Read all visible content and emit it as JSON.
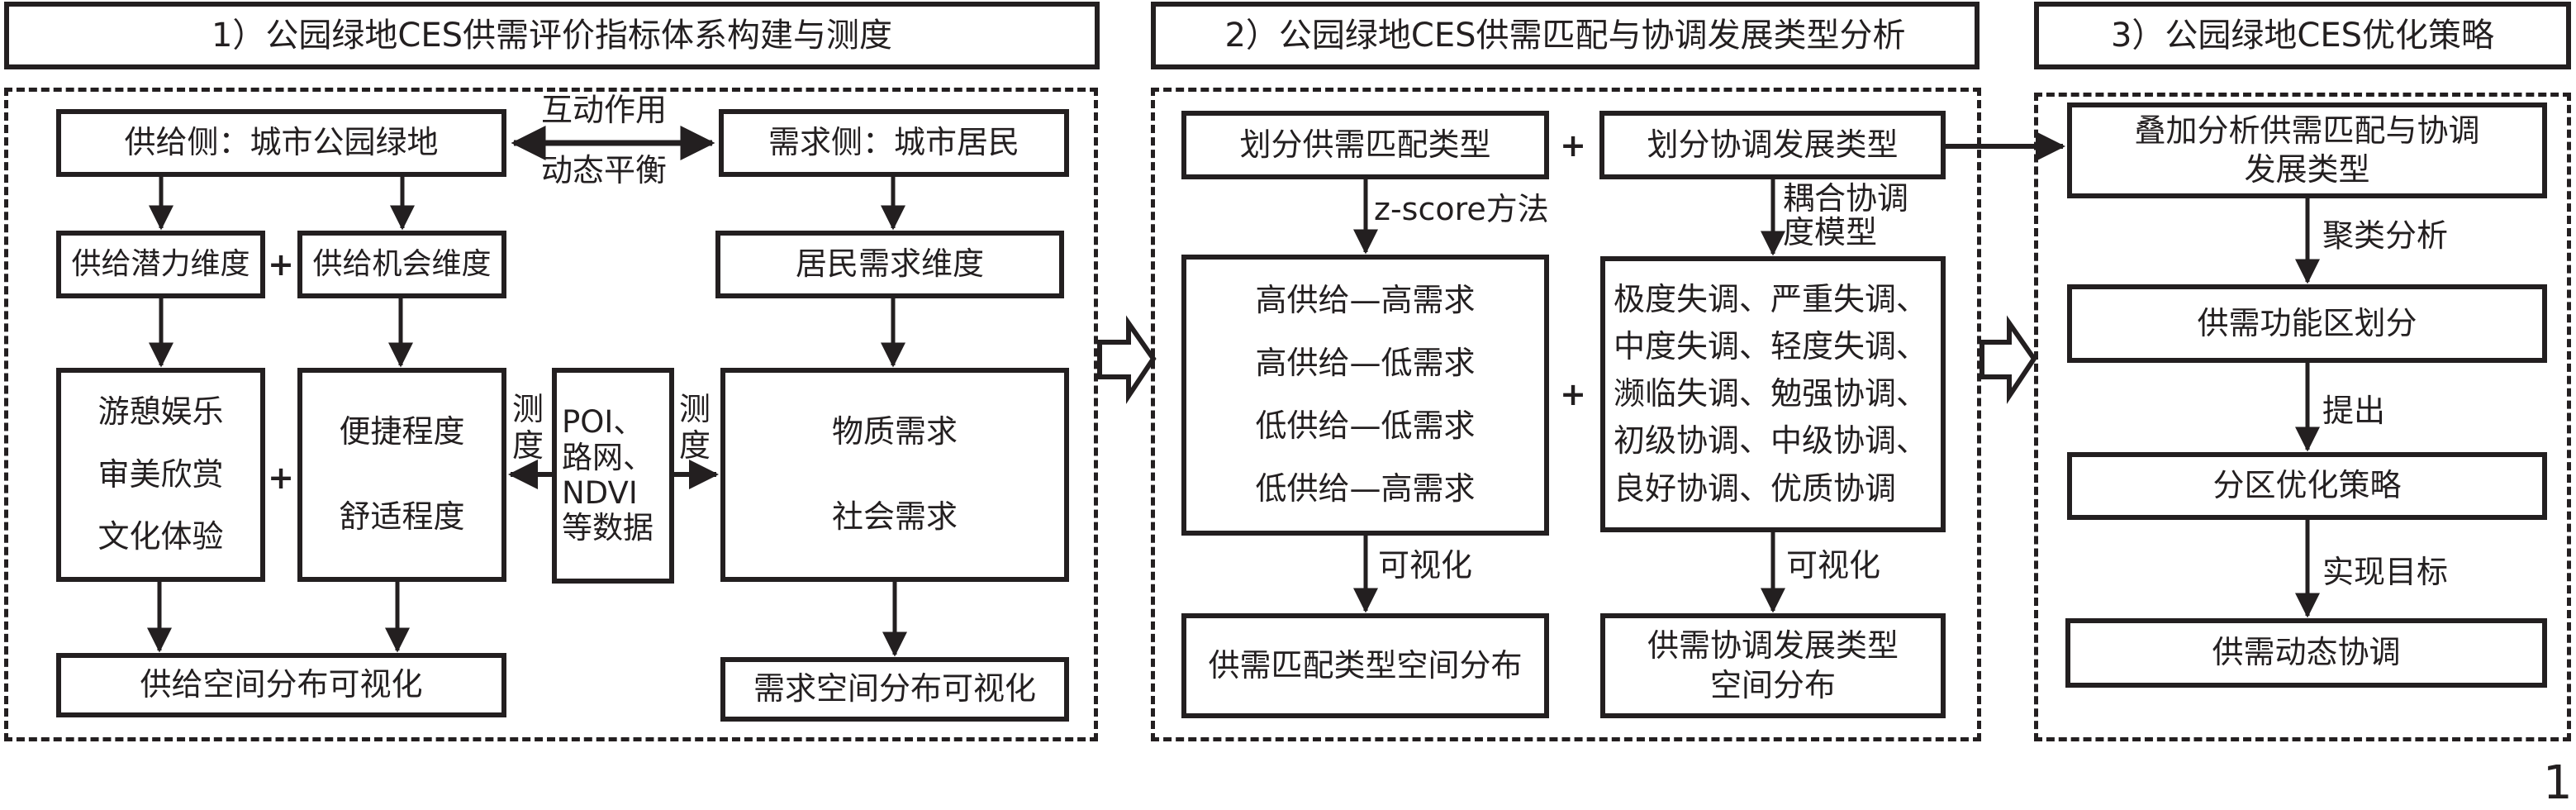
{
  "sections": [
    {
      "header": "1）公园绿地CES供需评价指标体系构建与测度",
      "supply_side": "供给侧：城市公园绿地",
      "demand_side": "需求侧：城市居民",
      "interaction_top": "互动作用",
      "interaction_bottom": "动态平衡",
      "supply_potential": "供给潜力维度",
      "supply_opportunity": "供给机会维度",
      "resident_demand": "居民需求维度",
      "potential_items": [
        "游憩娱乐",
        "审美欣赏",
        "文化体验"
      ],
      "opportunity_items": [
        "便捷程度",
        "舒适程度"
      ],
      "data_sources": [
        "POI、",
        "路网、",
        "NDVI",
        "等数据"
      ],
      "measure_left": [
        "测",
        "度"
      ],
      "measure_right": [
        "测",
        "度"
      ],
      "demand_items": [
        "物质需求",
        "社会需求"
      ],
      "supply_vis": "供给空间分布可视化",
      "demand_vis": "需求空间分布可视化",
      "plus": "+"
    },
    {
      "header": "2）公园绿地CES供需匹配与协调发展类型分析",
      "match_type": "划分供需匹配类型",
      "coord_type": "划分协调发展类型",
      "match_method": "z-score方法",
      "coord_method": [
        "耦合协调",
        "度模型"
      ],
      "match_items": [
        "高供给—高需求",
        "高供给—低需求",
        "低供给—低需求",
        "低供给—高需求"
      ],
      "coord_items": [
        "极度失调、严重失调、",
        "中度失调、轻度失调、",
        "濒临失调、勉强协调、",
        "初级协调、中级协调、",
        "良好协调、优质协调"
      ],
      "visualize": "可视化",
      "match_vis": "供需匹配类型空间分布",
      "coord_vis": [
        "供需协调发展类型",
        "空间分布"
      ],
      "plus": "+"
    },
    {
      "header": "3）公园绿地CES优化策略",
      "overlay": [
        "叠加分析供需匹配与协调",
        "发展类型"
      ],
      "cluster_label": "聚类分析",
      "zoning": "供需功能区划分",
      "propose_label": "提出",
      "strategy": "分区优化策略",
      "goal_label": "实现目标",
      "goal": "供需动态协调"
    }
  ],
  "figure_number": "1",
  "colors": {
    "line": "#231f20",
    "background": "#ffffff"
  }
}
